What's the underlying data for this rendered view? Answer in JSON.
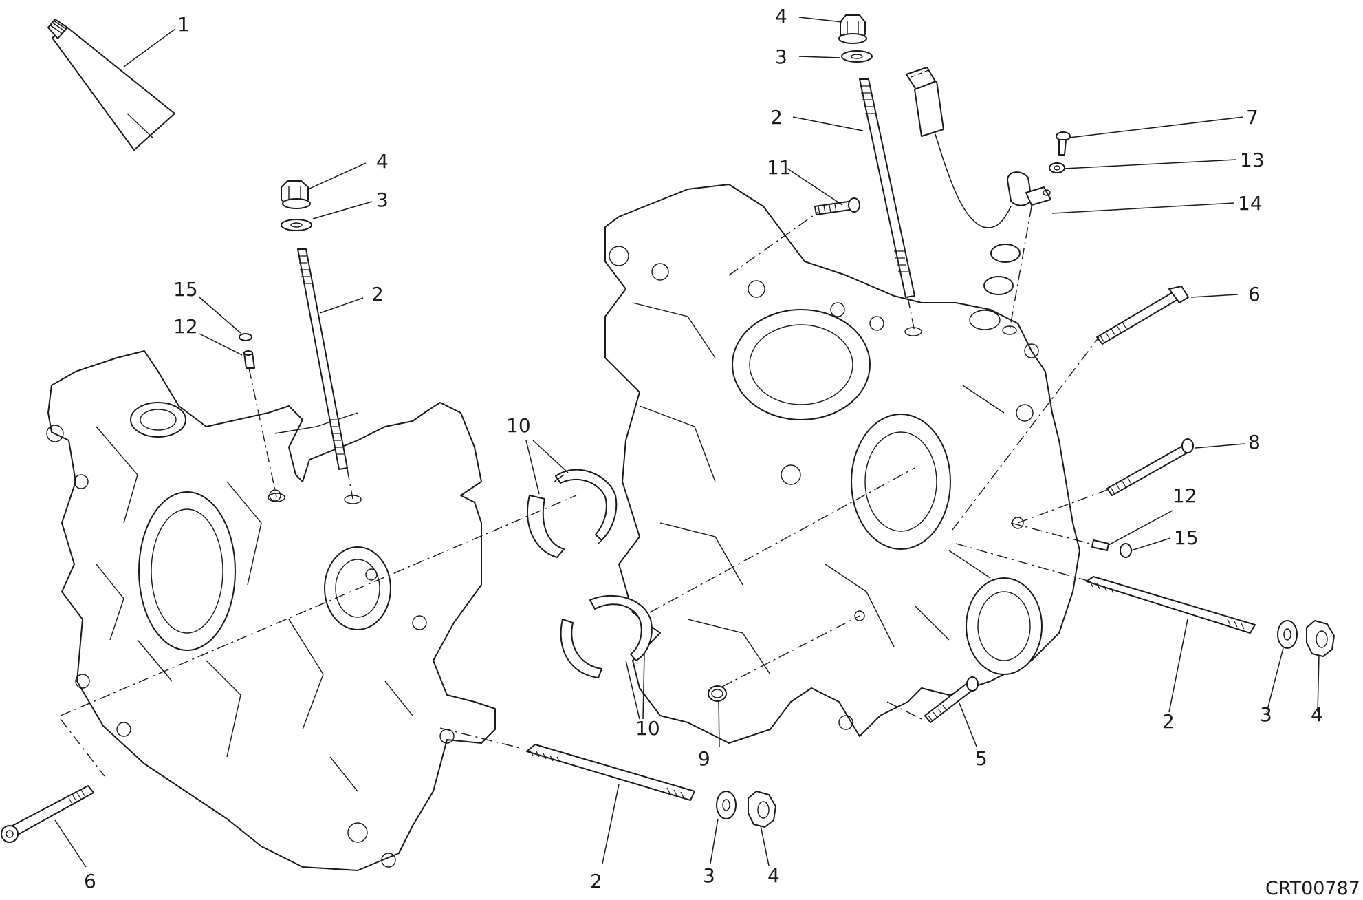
{
  "drawing_code": "CRT00787",
  "callouts": [
    {
      "id": "c1",
      "label": "1"
    },
    {
      "id": "c2a",
      "label": "2"
    },
    {
      "id": "c2b",
      "label": "2"
    },
    {
      "id": "c2c",
      "label": "2"
    },
    {
      "id": "c2d",
      "label": "2"
    },
    {
      "id": "c3a",
      "label": "3"
    },
    {
      "id": "c3b",
      "label": "3"
    },
    {
      "id": "c3c",
      "label": "3"
    },
    {
      "id": "c3d",
      "label": "3"
    },
    {
      "id": "c4a",
      "label": "4"
    },
    {
      "id": "c4b",
      "label": "4"
    },
    {
      "id": "c4c",
      "label": "4"
    },
    {
      "id": "c4d",
      "label": "4"
    },
    {
      "id": "c5",
      "label": "5"
    },
    {
      "id": "c6a",
      "label": "6"
    },
    {
      "id": "c6b",
      "label": "6"
    },
    {
      "id": "c7",
      "label": "7"
    },
    {
      "id": "c8",
      "label": "8"
    },
    {
      "id": "c9",
      "label": "9"
    },
    {
      "id": "c10a",
      "label": "10"
    },
    {
      "id": "c10b",
      "label": "10"
    },
    {
      "id": "c11",
      "label": "11"
    },
    {
      "id": "c12a",
      "label": "12"
    },
    {
      "id": "c12b",
      "label": "12"
    },
    {
      "id": "c13",
      "label": "13"
    },
    {
      "id": "c14",
      "label": "14"
    },
    {
      "id": "c15a",
      "label": "15"
    },
    {
      "id": "c15b",
      "label": "15"
    }
  ]
}
